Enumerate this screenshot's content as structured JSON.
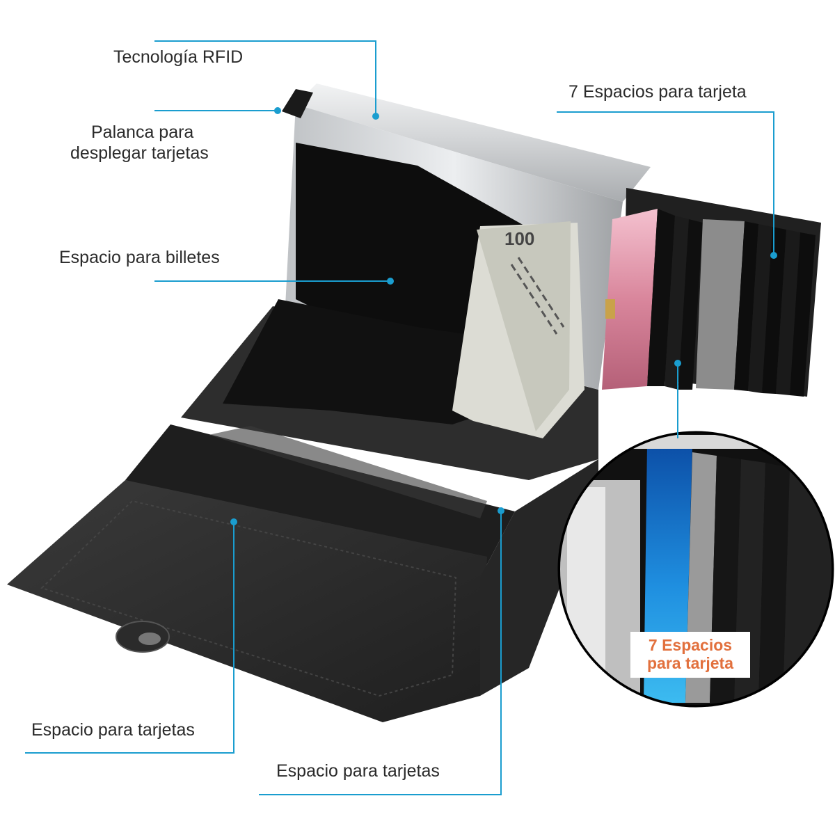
{
  "callouts": {
    "rfid": "Tecnología RFID",
    "lever_line1": "Palanca para",
    "lever_line2": "desplegar tarjetas",
    "bills": "Espacio para billetes",
    "card_slots": "7 Espacios para tarjeta",
    "cards_left": "Espacio para tarjetas",
    "cards_bottom": "Espacio para tarjetas"
  },
  "inset": {
    "caption_line1": "7 Espacios",
    "caption_line2": "para tarjeta"
  },
  "banknote": {
    "denomination": "100"
  },
  "colors": {
    "callout": "#1a9dcf",
    "inset_caption": "#e2703d",
    "leather": "#2a2a2a",
    "aluminum": "#d9dadc"
  }
}
